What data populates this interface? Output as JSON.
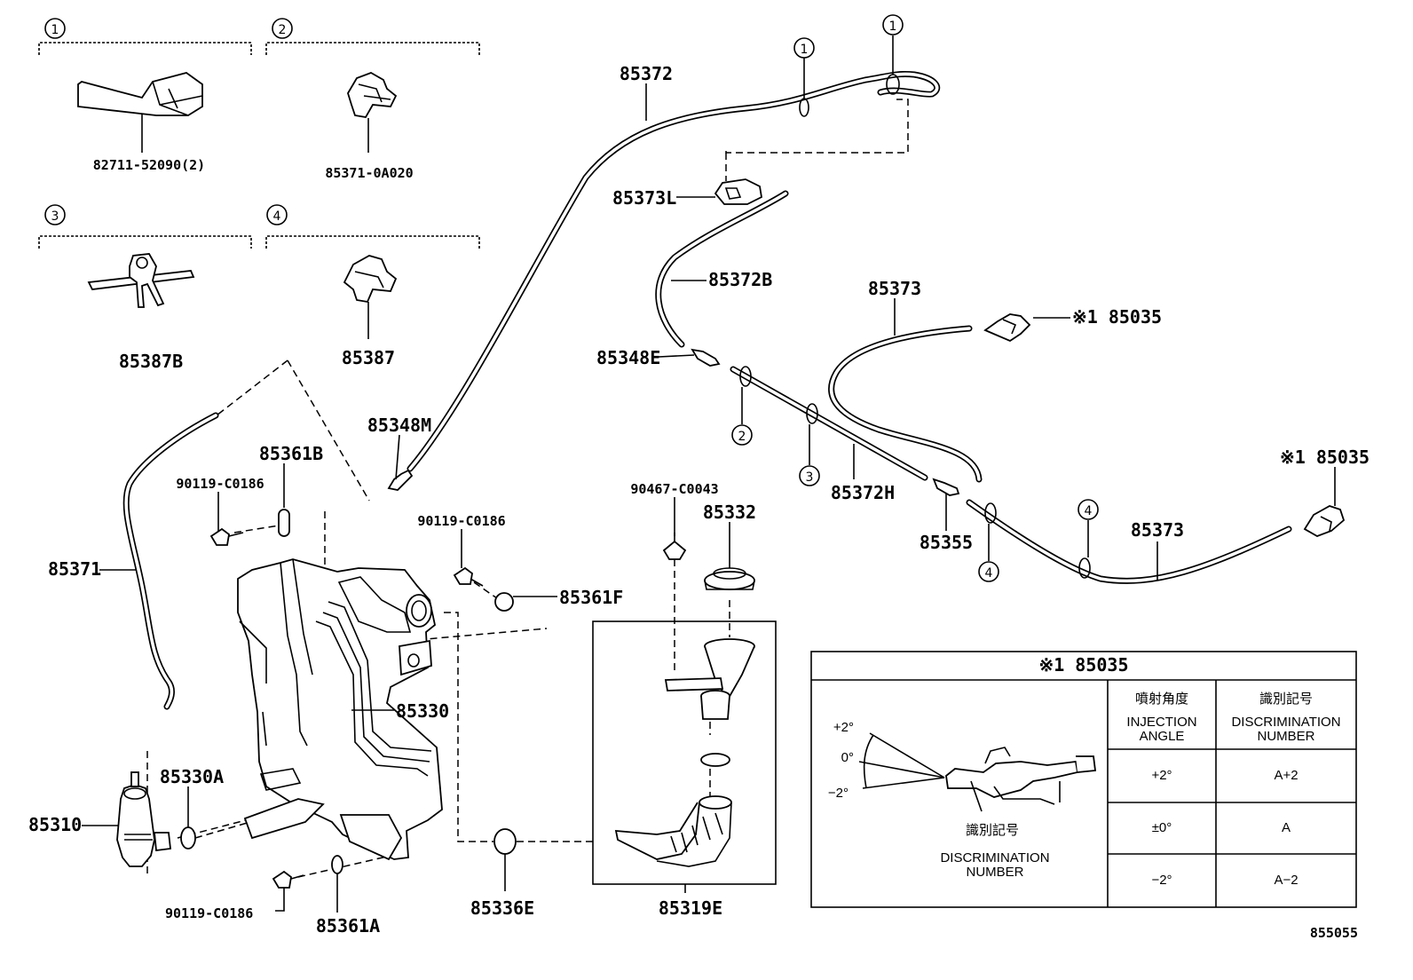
{
  "insets": [
    {
      "num": "1",
      "part": "82711-52090(2)"
    },
    {
      "num": "2",
      "part": "85371-0A020"
    },
    {
      "num": "3",
      "part": "85387B"
    },
    {
      "num": "4",
      "part": "85387"
    }
  ],
  "parts": {
    "p85372": "85372",
    "p85373L": "85373L",
    "p85372B": "85372B",
    "p85348E": "85348E",
    "p85373a": "85373",
    "p85035a": "※1 85035",
    "p85035b": "※1 85035",
    "p85348M": "85348M",
    "p85361B": "85361B",
    "p90119a": "90119-C0186",
    "p90119b": "90119-C0186",
    "p90119c": "90119-C0186",
    "p85371": "85371",
    "p85361F": "85361F",
    "p90467": "90467-C0043",
    "p85332": "85332",
    "p85372H": "85372H",
    "p85355": "85355",
    "p85373b": "85373",
    "p85330": "85330",
    "p85330A": "85330A",
    "p85310": "85310",
    "p85336E": "85336E",
    "p85319E": "85319E",
    "p85361A": "85361A"
  },
  "clamp_callouts": {
    "c1a": "1",
    "c1b": "1",
    "c2": "2",
    "c3": "3",
    "c4a": "4",
    "c4b": "4"
  },
  "table": {
    "title": "※1 85035",
    "col1_jp": "噴射角度",
    "col1_en1": "INJECTION",
    "col1_en2": "ANGLE",
    "col2_jp": "識別記号",
    "col2_en1": "DISCRIMINATION",
    "col2_en2": "NUMBER",
    "rows": [
      {
        "angle": "+2°",
        "code": "A+2"
      },
      {
        "angle": "±0°",
        "code": "A"
      },
      {
        "angle": "−2°",
        "code": "A−2"
      }
    ],
    "angle_plus": "+2°",
    "angle_zero": "0°",
    "angle_minus": "−2°",
    "mark_jp": "識別記号",
    "mark_en1": "DISCRIMINATION",
    "mark_en2": "NUMBER"
  },
  "diagram_id": "855055"
}
